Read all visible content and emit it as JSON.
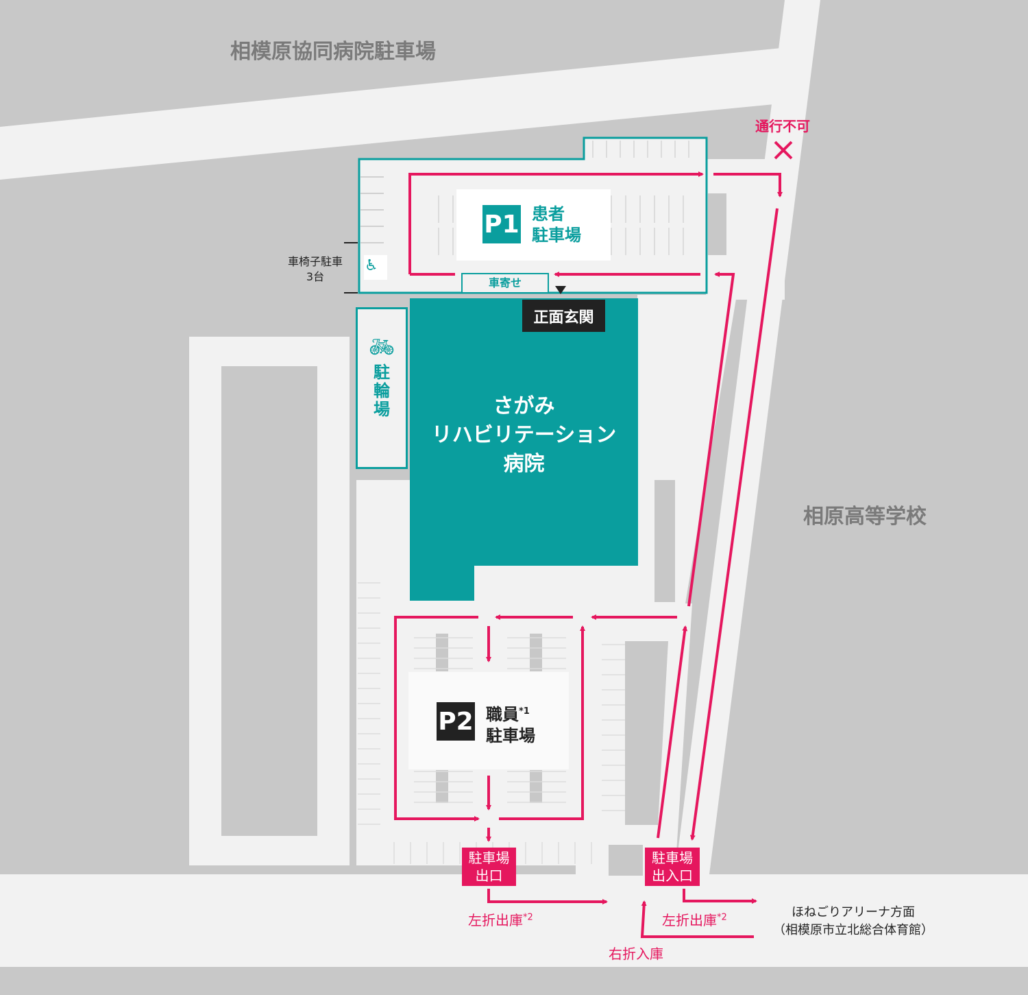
{
  "areas": {
    "hospital_parking_neighbor": "相模原協同病院駐車場",
    "school": "相原高等学校"
  },
  "hospital": {
    "name_line1": "さがみ",
    "name_line2": "リハビリテーション",
    "name_line3": "病院",
    "entrance": "正面玄関"
  },
  "p1": {
    "badge": "P1",
    "label_line1": "患者",
    "label_line2": "駐車場",
    "dropoff": "車寄せ"
  },
  "p2": {
    "badge": "P2",
    "label_line1": "職員",
    "label_line2": "駐車場",
    "note": "*1"
  },
  "wheelchair": {
    "label_line1": "車椅子駐車",
    "label_line2": "3台"
  },
  "bicycle": {
    "label": "駐輪場"
  },
  "no_entry": "通行不可",
  "exits": {
    "exit": {
      "line1": "駐車場",
      "line2": "出口"
    },
    "entry_exit": {
      "line1": "駐車場",
      "line2": "出入口"
    }
  },
  "turns": {
    "left_out": "左折出庫",
    "left_out_note": "*2",
    "right_in": "右折入庫"
  },
  "direction": {
    "line1": "ほねごりアリーナ方面",
    "line2": "（相模原市立北総合体育館）"
  },
  "colors": {
    "teal": "#0a9e9e",
    "pink": "#e5175e",
    "gray": "#c8c8c8",
    "light": "#f2f2f2"
  }
}
